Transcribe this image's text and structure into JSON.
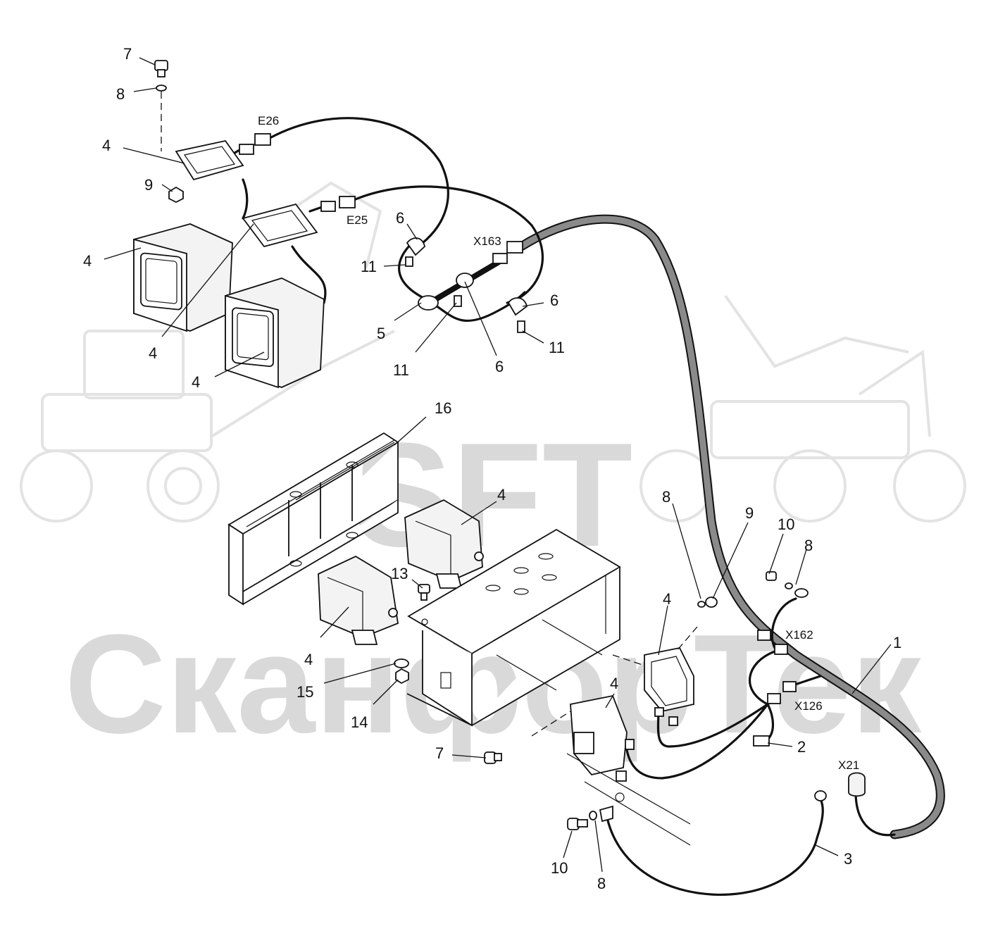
{
  "watermark": {
    "brand": "SFT",
    "company": "СканфорТек"
  },
  "connectors": {
    "e26": "E26",
    "e25": "E25",
    "x163": "X163",
    "x162": "X162",
    "x126": "X126",
    "x21": "X21"
  },
  "callouts": {
    "c7_top": "7",
    "c8_top": "8",
    "c4_a": "4",
    "c9_top": "9",
    "c4_b": "4",
    "c4_c": "4",
    "c4_d": "4",
    "c6_a": "6",
    "c11_a": "11",
    "c5": "5",
    "c11_b": "11",
    "c6_b": "6",
    "c6_c": "6",
    "c11_c": "11",
    "c16": "16",
    "c4_e": "4",
    "c13": "13",
    "c4_f": "4",
    "c15": "15",
    "c14": "14",
    "c7_bot": "7",
    "c8_mid": "8",
    "c9_mid": "9",
    "c10_top": "10",
    "c8_right": "8",
    "c4_g": "4",
    "c4_h": "4",
    "c1": "1",
    "c2": "2",
    "c3": "3",
    "c10_bot": "10",
    "c8_bot": "8"
  },
  "colors": {
    "line": "#111111",
    "watermark": "#d9d9d9",
    "harness": "#8a8a8a"
  }
}
